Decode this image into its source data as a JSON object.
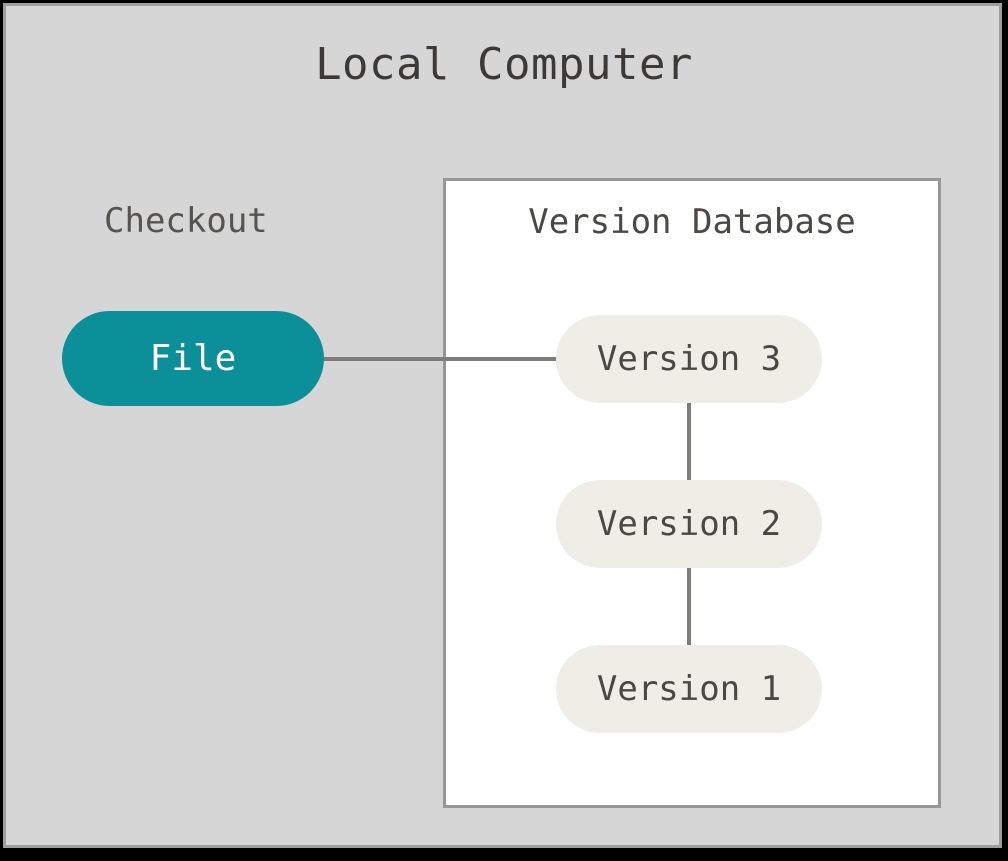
{
  "diagram": {
    "title": "Local Computer",
    "colors": {
      "background": "#d6d6d6",
      "frame_border": "#9e9e9e",
      "outer": "#000000",
      "panel_fill": "#ffffff",
      "panel_border": "#969696",
      "checkout_node": "#0b8f99",
      "checkout_node_text": "#ffffff",
      "version_node": "#eeeee6",
      "version_node_text": "#4b4744",
      "connector": "#7f7c79",
      "title_text": "#3d3936",
      "label_text": "#57534f"
    },
    "checkout": {
      "label": "Checkout",
      "node_label": "File"
    },
    "version_database": {
      "title": "Version Database",
      "versions": [
        {
          "label": "Version 3"
        },
        {
          "label": "Version 2"
        },
        {
          "label": "Version 1"
        }
      ]
    },
    "connectors": [
      {
        "name": "file-to-version-3"
      },
      {
        "name": "version-3-to-version-2"
      },
      {
        "name": "version-2-to-version-1"
      }
    ]
  }
}
